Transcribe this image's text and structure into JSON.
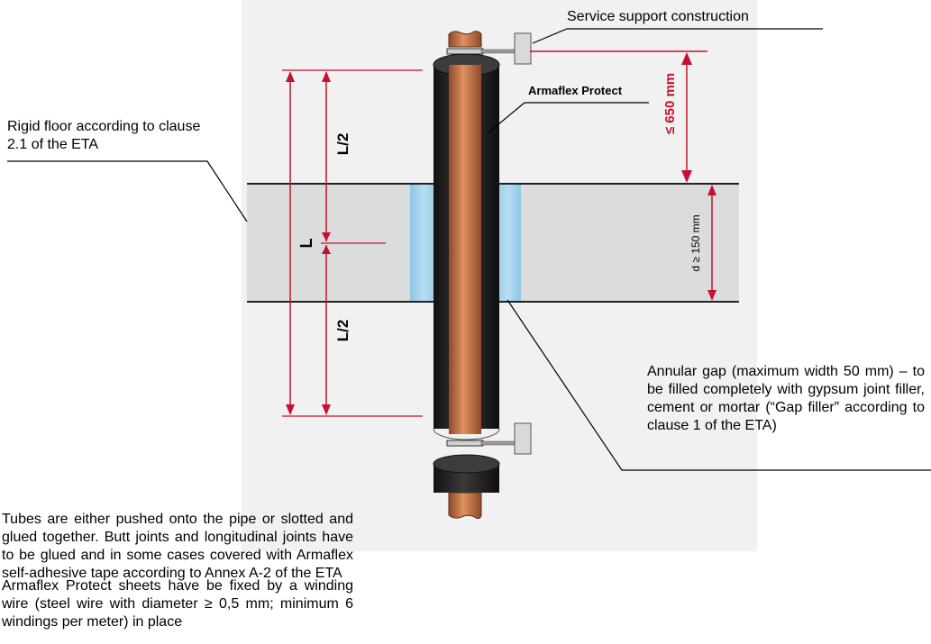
{
  "labels": {
    "service_support": "Service support construction",
    "rigid_floor": "Rigid floor according to clause 2.1 of the ETA",
    "armaflex_protect": "Armaflex Protect",
    "max_distance": "≤ 650 mm",
    "floor_thickness": "d ≥ 150 mm",
    "length_total": "L",
    "length_half_top": "L/2",
    "length_half_bottom": "L/2",
    "annular_gap": "Annular gap (maximum width 50 mm) – to be filled completely with gypsum joint filler, cement or mortar (“Gap filler” according to clause 1 of the ETA)",
    "tubes_note": "Tubes are either pushed onto the pipe or slotted and glued together. Butt joints and longitudinal joints have to be glued and in some cases covered with Armaflex self-adhesive tape according to Annex A-2 of the ETA",
    "sheets_note": "Armaflex Protect sheets have be fixed by a winding wire (steel wire with diameter ≥ 0,5 mm; minimum 6 windings per meter) in place"
  },
  "colors": {
    "background_panel": "#f1f1f1",
    "floor": "#dcdcdc",
    "gap_filler": "#a8d4ec",
    "insulation": "#262626",
    "pipe": "#c8693a",
    "dimension_red": "#c8102e",
    "support": "#d9d9d9"
  }
}
